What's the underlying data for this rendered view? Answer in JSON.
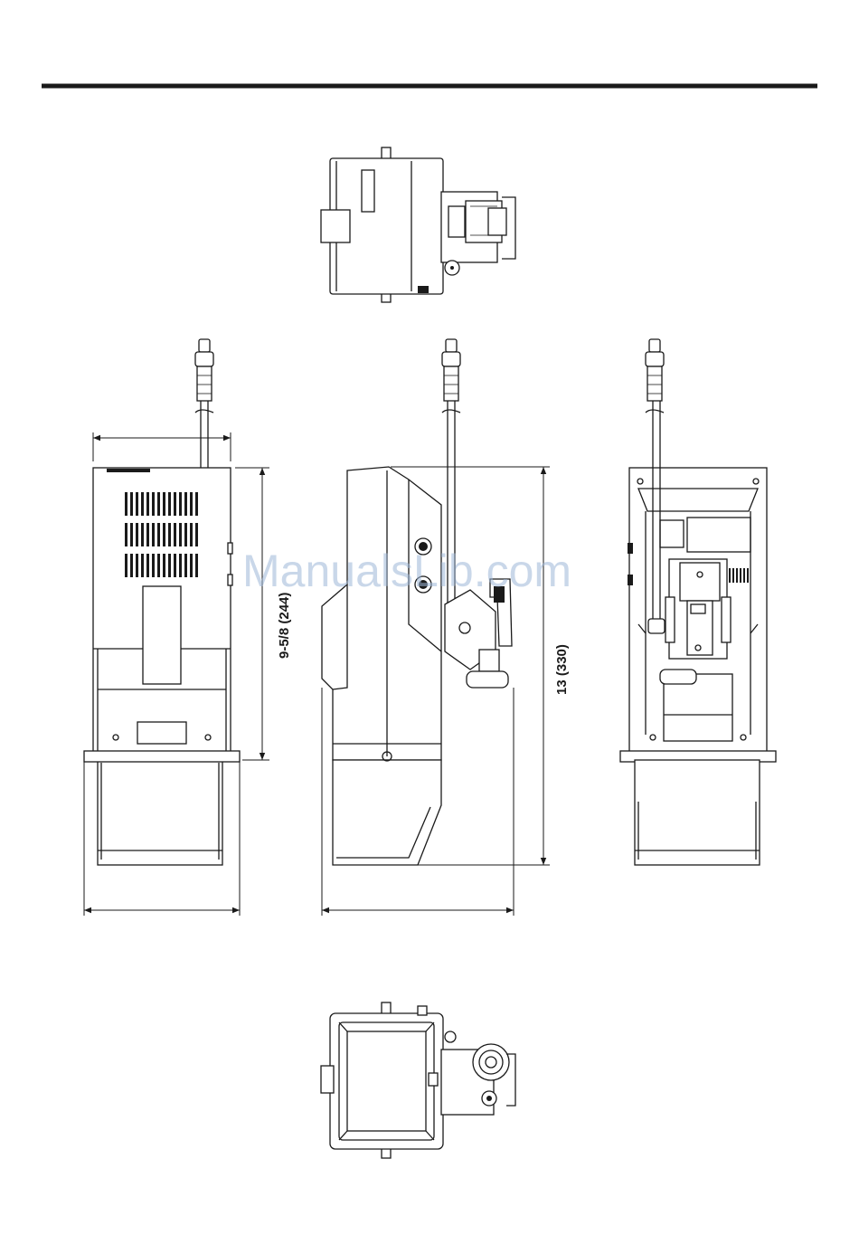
{
  "dimensions": {
    "height_front": "9-5/8 (244)",
    "height_side": "13 (330)"
  },
  "watermark": "ManualsLib.com",
  "colors": {
    "line": "#1a1a1a",
    "watermark": "#9db7d8",
    "background": "#ffffff"
  }
}
